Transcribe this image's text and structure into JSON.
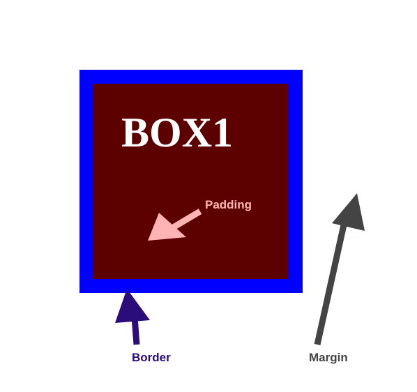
{
  "box": {
    "title": "BOX1",
    "border_color": "#0000ff",
    "fill_color": "#5c0000",
    "title_color": "#ffffff"
  },
  "annotations": {
    "padding_label": "Padding",
    "border_label": "Border",
    "margin_label": "Margin",
    "padding_color": "#ffb3b3",
    "border_color": "#2a0c7a",
    "margin_color": "#444444"
  },
  "icons": {
    "padding_arrow": "arrow-icon",
    "border_arrow": "arrow-icon",
    "margin_arrow": "arrow-icon"
  }
}
